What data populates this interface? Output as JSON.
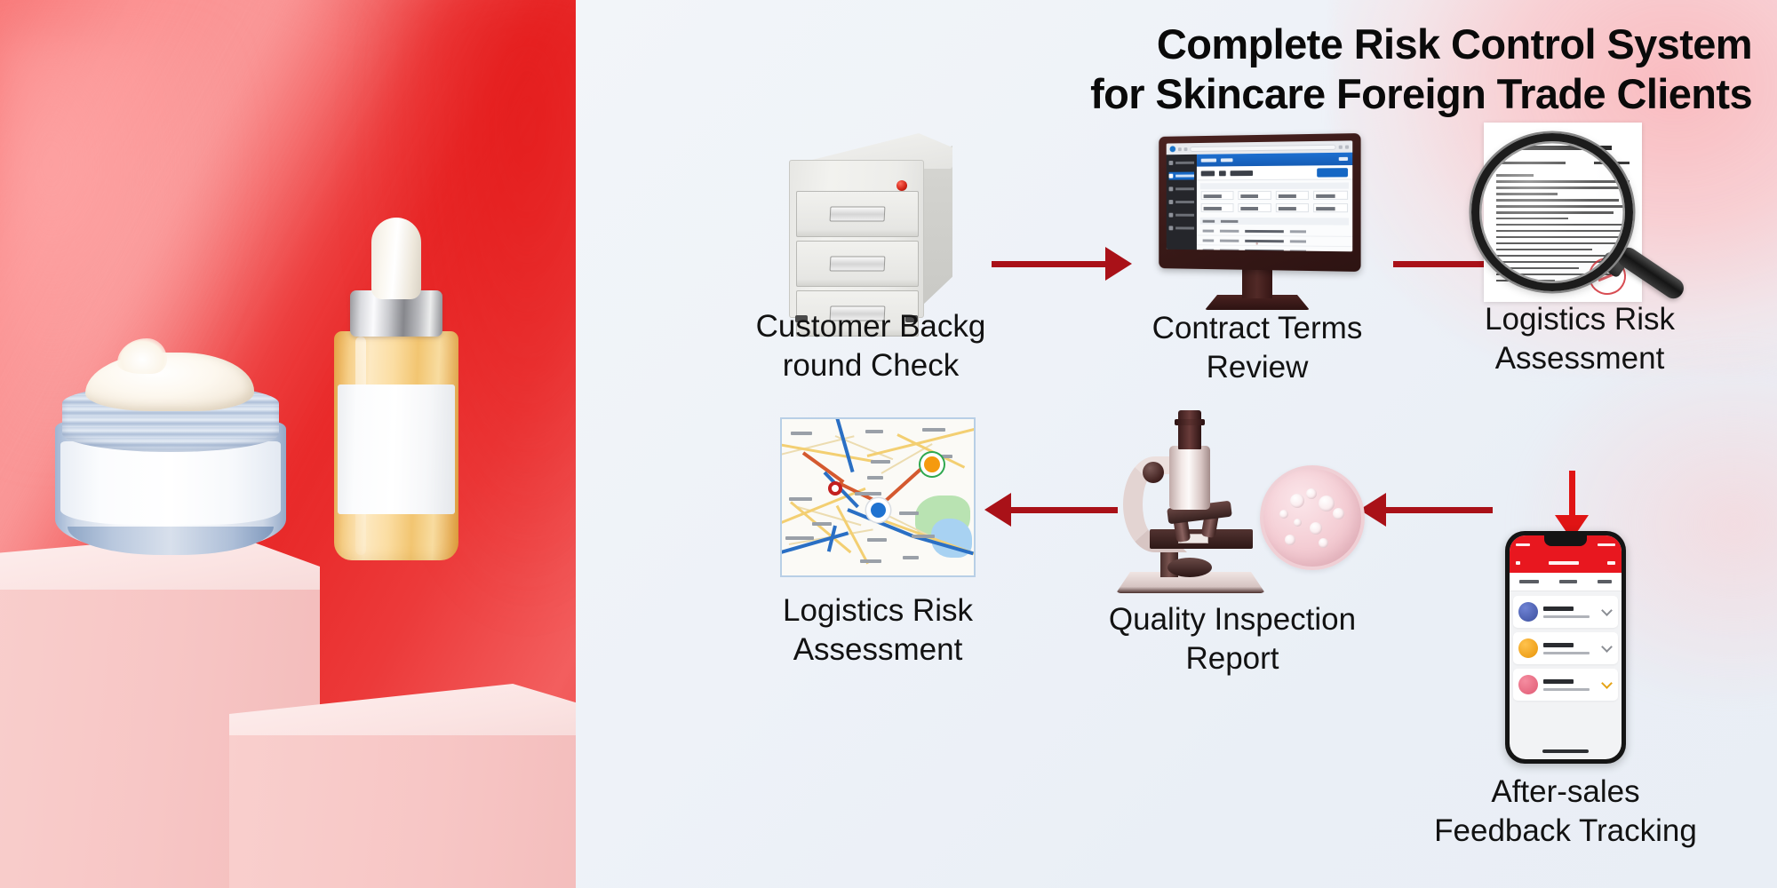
{
  "diagram": {
    "title": "Complete Risk Control System\nfor Skincare Foreign Trade Clients",
    "accent_arrow_color": "#a91118",
    "accent_arrow_vertical_color": "#e01414",
    "background_color": "#eef2f8",
    "glow_color": "#fbc8cd",
    "nodes": [
      {
        "id": "customer-background-check",
        "icon": "filing-cabinet-icon",
        "caption": "Customer Backg\nround Check"
      },
      {
        "id": "contract-terms-review",
        "icon": "desktop-monitor-icon",
        "caption": "Contract Terms\nReview"
      },
      {
        "id": "logistics-risk-assessment-top",
        "icon": "magnifier-document-icon",
        "caption": "Logistics Risk\nAssessment"
      },
      {
        "id": "after-sales-feedback-tracking",
        "icon": "smartphone-icon",
        "caption": "After-sales\nFeedback Tracking"
      },
      {
        "id": "quality-inspection-report",
        "icon": "microscope-petri-dish-icon",
        "caption": "Quality Inspection\nReport"
      },
      {
        "id": "logistics-risk-assessment-bottom",
        "icon": "route-map-icon",
        "caption": "Logistics Risk\nAssessment"
      }
    ],
    "arrows": [
      {
        "id": "arrow-cabinet-to-monitor",
        "direction": "right"
      },
      {
        "id": "arrow-monitor-to-magnifier",
        "direction": "right"
      },
      {
        "id": "arrow-magnifier-to-phone",
        "direction": "down"
      },
      {
        "id": "arrow-phone-to-microscope",
        "direction": "left"
      },
      {
        "id": "arrow-microscope-to-map",
        "direction": "left"
      }
    ]
  },
  "product_photo": {
    "scene": "skincare-product-podium-photo",
    "background_color": "#ee2b2b",
    "podium_color": "#f9cfcd",
    "items": [
      {
        "id": "cream-jar",
        "label": "blank-white-cream-jar"
      },
      {
        "id": "serum-bottle",
        "label": "blank-amber-dropper-serum-bottle"
      }
    ]
  },
  "monitor_screen": {
    "app": "business-dashboard",
    "sidebar_items": 6,
    "active_sidebar_index": 1,
    "form_fields": 8,
    "table_rows": 6,
    "header_color": "#1567c4",
    "sidebar_color": "#25262b"
  },
  "phone_screen": {
    "app": "after-sales-feedback-list",
    "header_color": "#e8171f",
    "tabs": 3,
    "list_items": [
      {
        "avatar_color": "#4a5fb5"
      },
      {
        "avatar_color": "#f0a41a"
      },
      {
        "avatar_color": "#ec6a7e"
      }
    ]
  },
  "map_screen": {
    "road_color": "#f3cf72",
    "highway_color": "#d4592f",
    "river_color": "#2a6fc4",
    "markers": [
      {
        "id": "origin-marker",
        "color": "#f59a0e"
      },
      {
        "id": "waypoint-marker",
        "color": "#c32020"
      },
      {
        "id": "destination-marker",
        "color": "#1f72d0"
      }
    ]
  }
}
